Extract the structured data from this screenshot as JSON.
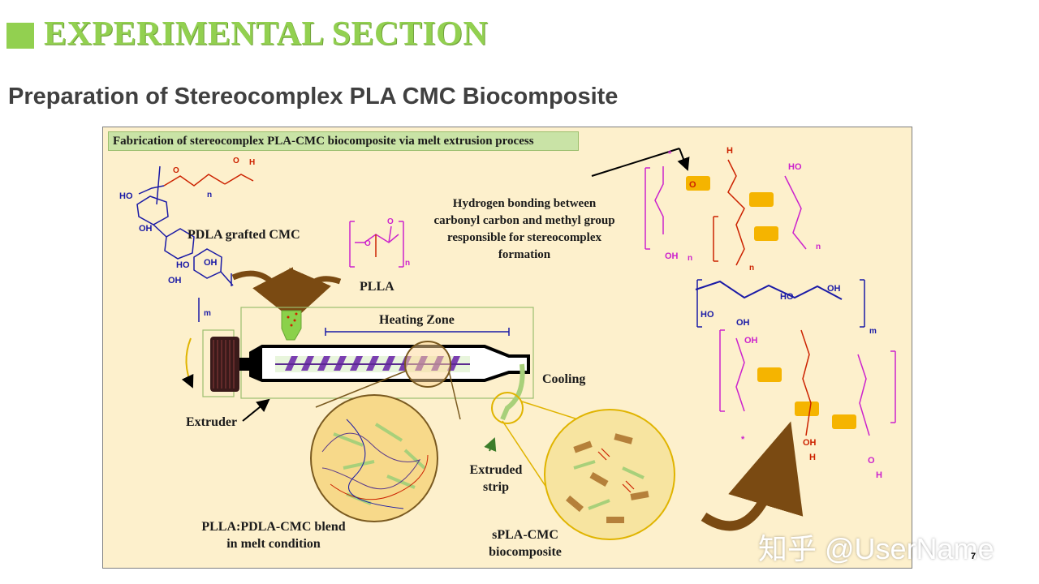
{
  "slide": {
    "title": "EXPERIMENTAL SECTION",
    "subtitle": "Preparation of Stereocomplex PLA CMC Biocomposite",
    "page_number": "7",
    "watermark": "知乎 @UserName"
  },
  "figure": {
    "banner": "Fabrication of stereocomplex PLA-CMC biocomposite via melt extrusion process",
    "labels": {
      "pdla_grafted": "PDLA grafted CMC",
      "plla": "PLLA",
      "heating_zone": "Heating Zone",
      "cooling": "Cooling",
      "extruder": "Extruder",
      "extruded_strip_1": "Extruded",
      "extruded_strip_2": "strip",
      "blend_1": "PLLA:PDLA-CMC blend",
      "blend_2": "in melt condition",
      "spla_1": "sPLA-CMC",
      "spla_2": "biocomposite",
      "hbond_1": "Hydrogen bonding between",
      "hbond_2": "carbonyl carbon and methyl group",
      "hbond_3": "responsible for stereocomplex",
      "hbond_4": "formation"
    },
    "chem": {
      "oh": "OH",
      "ho": "HO",
      "h": "H",
      "o": "O",
      "n": "n",
      "m": "m",
      "star": "*"
    },
    "colors": {
      "banner_bg": "#c9e3a6",
      "figure_bg": "#fdf0cc",
      "title_green": "#92d050",
      "pdla_red": "#cc2200",
      "cmc_blue": "#1a1aa6",
      "plla_magenta": "#cc22cc",
      "hbond_highlight": "#f5b400",
      "arrow_brown": "#7a4a12"
    }
  }
}
